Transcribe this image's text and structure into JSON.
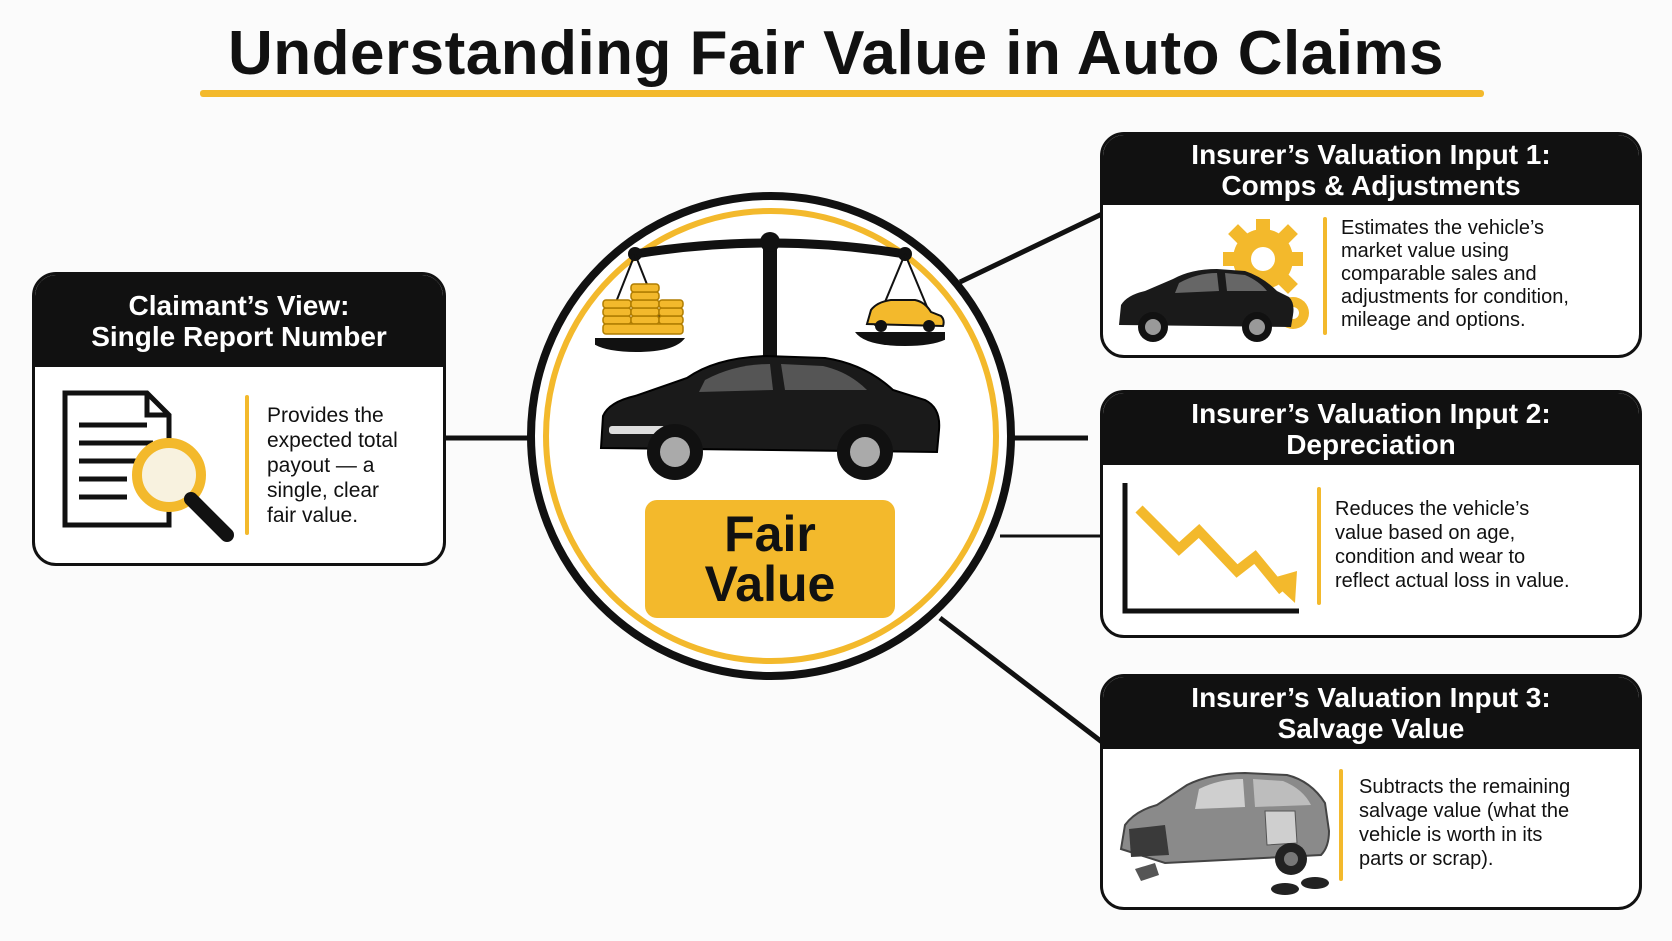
{
  "title": "Understanding Fair Value in Auto Claims",
  "hub": {
    "label_line1": "Fair",
    "label_line2": "Value"
  },
  "claimant": {
    "header_line1": "Claimant’s View:",
    "header_line2": "Single Report Number",
    "text_lines": [
      "Provides the",
      "expected total",
      "payout — a",
      "single, clear",
      "fair value."
    ]
  },
  "inputs": [
    {
      "header_line1": "Insurer’s Valuation Input 1:",
      "header_line2": "Comps & Adjustments",
      "text_lines": [
        "Estimates the vehicle’s",
        "market value using",
        "comparable sales and",
        "adjustments for condition,",
        "mileage and options."
      ]
    },
    {
      "header_line1": "Insurer’s Valuation Input 2:",
      "header_line2": "Depreciation",
      "text_lines": [
        "Reduces the vehicle’s",
        "value based on age,",
        "condition and wear to",
        "reflect actual loss in value."
      ]
    },
    {
      "header_line1": "Insurer’s Valuation Input 3:",
      "header_line2": "Salvage Value",
      "text_lines": [
        "Subtracts the remaining",
        "salvage value (what the",
        "vehicle is worth in its",
        "parts or scrap)."
      ]
    }
  ],
  "icons": {
    "claimant": "document-magnifier-icon",
    "input_1": "car-with-gears-icon",
    "input_2": "declining-chart-icon",
    "input_3": "damaged-car-icon",
    "hub": "balance-scale-with-car-icon"
  },
  "colors": {
    "accent": "#f3b92c",
    "dark": "#111111",
    "background": "#fbfbfb"
  }
}
